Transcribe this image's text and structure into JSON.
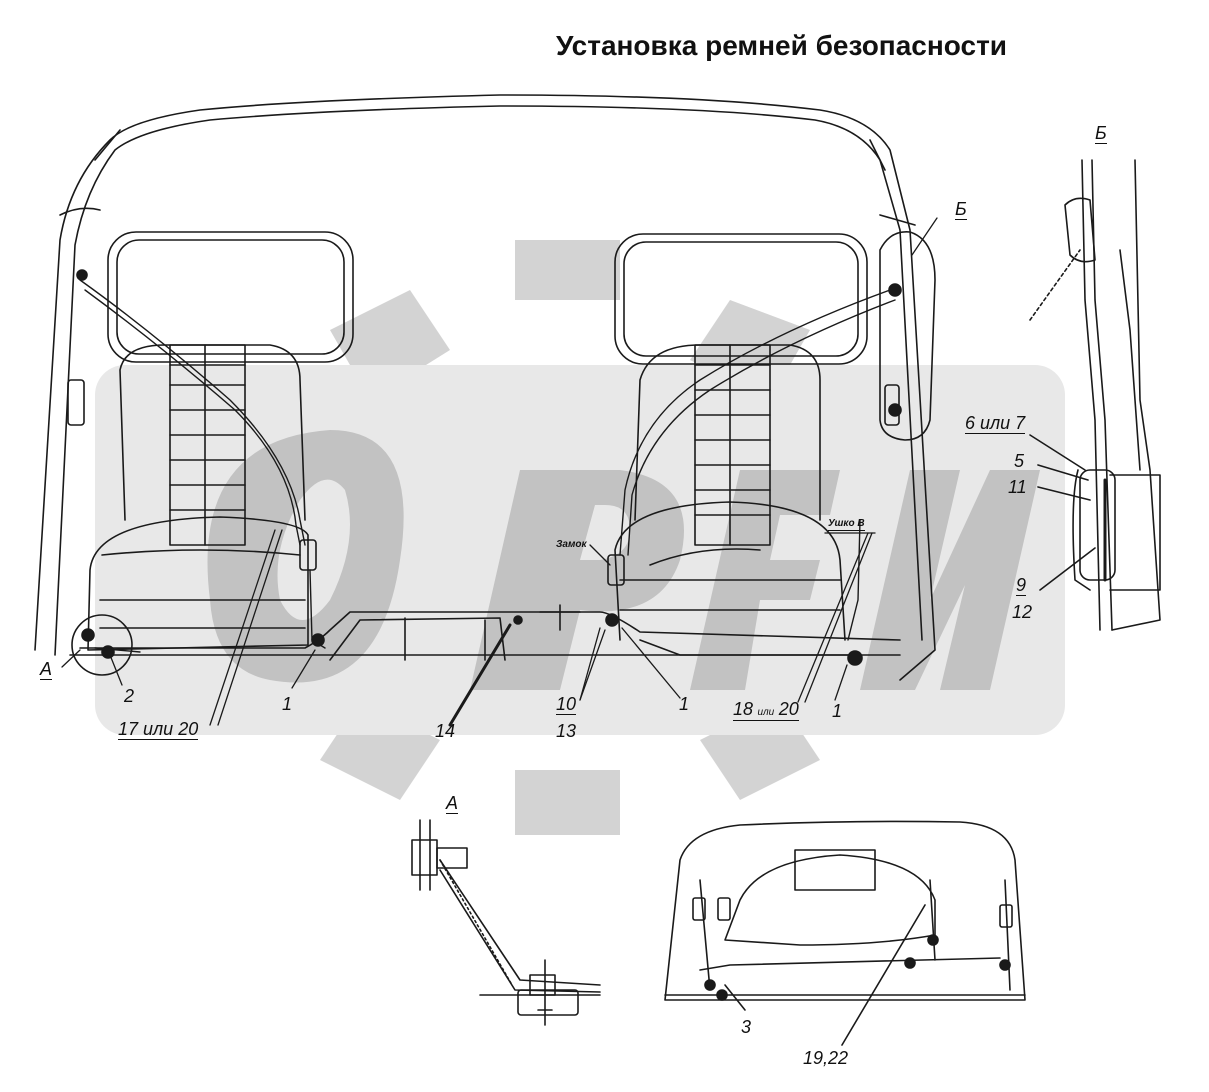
{
  "title": "Установка ремней безопасности",
  "watermark_colors": {
    "gear": "#d0d0d0",
    "letters": "#bcbcbc"
  },
  "callouts": {
    "view_a": "А",
    "view_b": "Б",
    "ref_2": "2",
    "ref_17_20": "17 или 20",
    "ref_1_left": "1",
    "ref_14": "14",
    "ref_10": "10",
    "ref_13": "13",
    "ref_1_mid": "1",
    "ref_18_20_a": "18",
    "ref_18_20_b": "или",
    "ref_18_20_c": "20",
    "ref_1_right": "1",
    "zamok": "Замок",
    "ushko": "Ушко В",
    "ref_6_7": "6 или 7",
    "ref_5": "5",
    "ref_11": "11",
    "ref_9": "9",
    "ref_12": "12",
    "ref_3": "3",
    "ref_19_22": "19,22"
  },
  "detail_views": {
    "a_title": "А",
    "b_title": "Б"
  }
}
